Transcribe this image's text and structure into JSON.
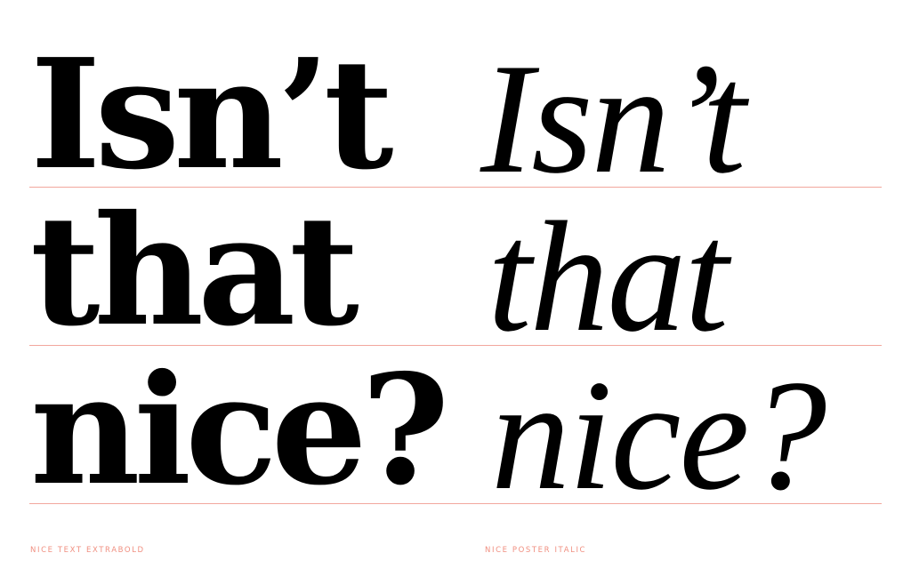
{
  "specimen": {
    "left_column": {
      "lines": [
        "Isn’t",
        "that",
        "nice?"
      ],
      "caption": "NICE TEXT EXTRABOLD"
    },
    "right_column": {
      "lines": [
        "Isn’t",
        "that",
        "nice?"
      ],
      "caption": "NICE POSTER ITALIC"
    }
  },
  "colors": {
    "text": "#000000",
    "accent": "#f2a79d",
    "caption": "#f08f80"
  }
}
